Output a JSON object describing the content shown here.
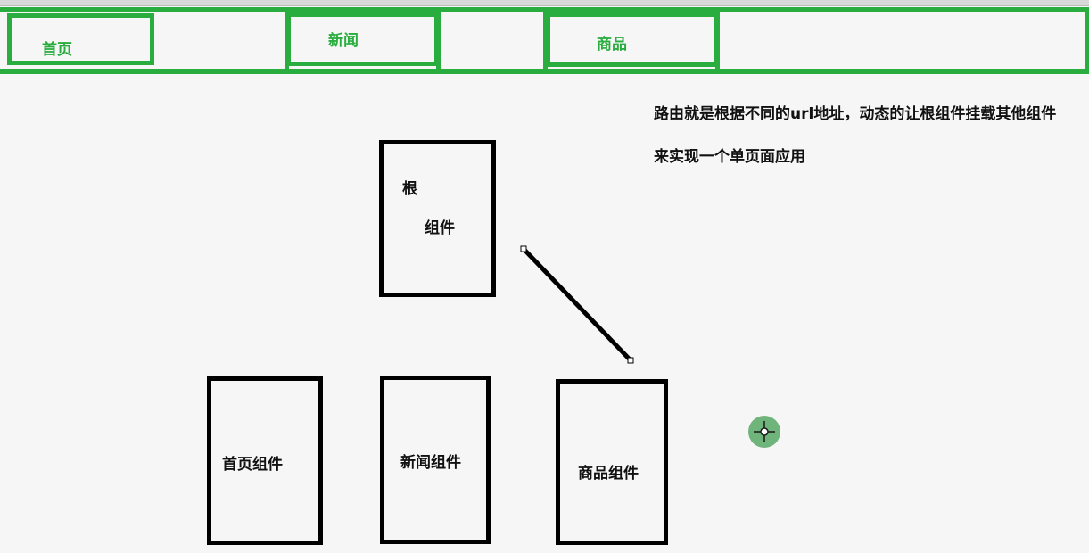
{
  "nav": {
    "tabs": [
      {
        "label": "首页"
      },
      {
        "label": "新闻"
      },
      {
        "label": "商品"
      }
    ]
  },
  "description": {
    "line1": "路由就是根据不同的url地址，动态的让根组件挂载其他组件",
    "line2": "来实现一个单页面应用"
  },
  "root_component": {
    "label_part1": "根",
    "label_part2": "组件"
  },
  "child_components": [
    {
      "label": "首页组件"
    },
    {
      "label": "新闻组件"
    },
    {
      "label": "商品组件"
    }
  ],
  "colors": {
    "accent_green": "#2aad3f",
    "box_border": "#000000",
    "cursor_fill": "#6fb47a"
  },
  "icons": {
    "cursor": "move-crosshair-icon"
  }
}
